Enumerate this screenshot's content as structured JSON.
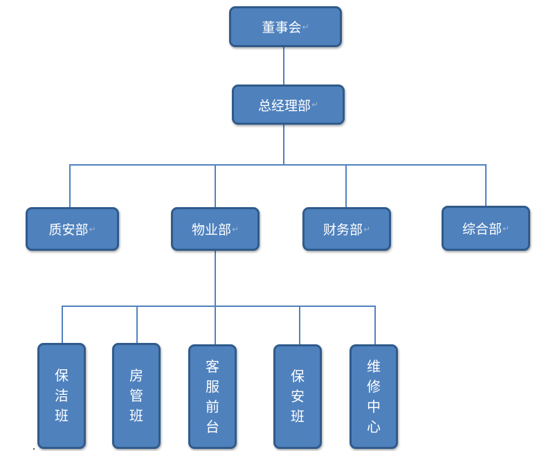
{
  "diagram": {
    "level1": {
      "label": "董事会"
    },
    "level2": {
      "label": "总经理部"
    },
    "departments": [
      {
        "label": "质安部"
      },
      {
        "label": "物业部"
      },
      {
        "label": "财务部"
      },
      {
        "label": "综合部"
      }
    ],
    "teams": [
      {
        "label": "保洁班"
      },
      {
        "label": "房管班"
      },
      {
        "label": "客服前台"
      },
      {
        "label": "保安班"
      },
      {
        "label": "维修中心"
      }
    ],
    "colors": {
      "box_fill": "#4f81bd",
      "box_border": "#2f5b8b",
      "line": "#4f81bd",
      "text": "#ffffff"
    }
  }
}
